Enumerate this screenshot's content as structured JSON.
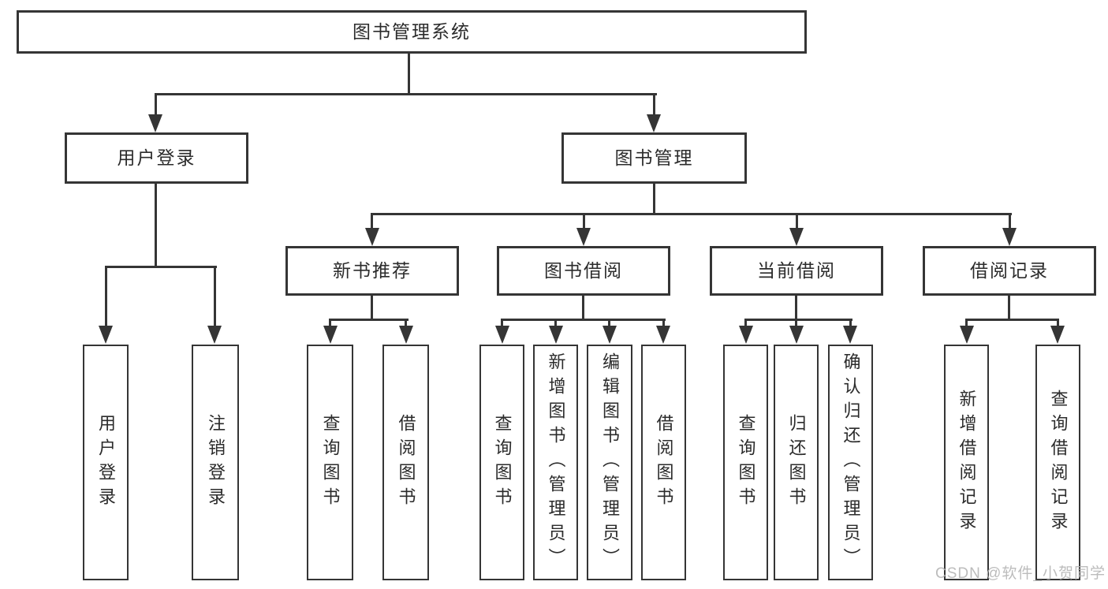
{
  "tree": {
    "root": "图书管理系统",
    "children": [
      {
        "label": "用户登录",
        "leaves": [
          "用户登录",
          "注销登录"
        ]
      },
      {
        "label": "图书管理",
        "groups": [
          {
            "label": "新书推荐",
            "leaves": [
              "查询图书",
              "借阅图书"
            ]
          },
          {
            "label": "图书借阅",
            "leaves": [
              "查询图书",
              "新增图书（管理员）",
              "编辑图书（管理员）",
              "借阅图书"
            ]
          },
          {
            "label": "当前借阅",
            "leaves": [
              "查询图书",
              "归还图书",
              "确认归还（管理员）"
            ]
          },
          {
            "label": "借阅记录",
            "leaves": [
              "新增借阅记录",
              "查询借阅记录"
            ]
          }
        ]
      }
    ]
  },
  "watermark": "CSDN @软件_小贺同学",
  "colors": {
    "line": "#353535",
    "text": "#2b2b2b",
    "watermark": "#b5b5b5",
    "background": "#ffffff"
  }
}
